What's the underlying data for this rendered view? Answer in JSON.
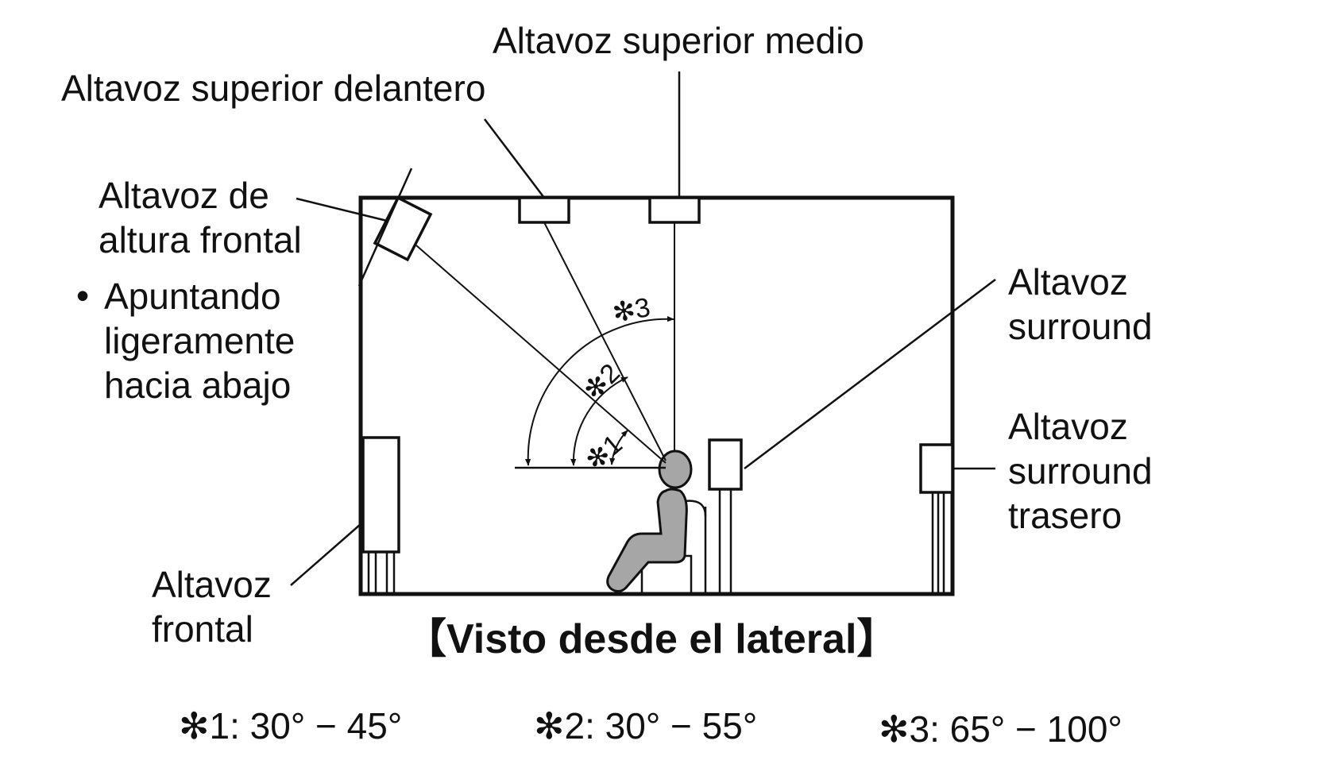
{
  "labels": {
    "top_middle": "Altavoz superior medio",
    "top_front": "Altavoz superior delantero",
    "front_height_line1": "Altavoz de",
    "front_height_line2": "altura frontal",
    "aim_bullet": "•",
    "aim_line1": "Apuntando",
    "aim_line2": "ligeramente",
    "aim_line3": "hacia abajo",
    "surround_line1": "Altavoz",
    "surround_line2": "surround",
    "surround_back_line1": "Altavoz",
    "surround_back_line2": "surround",
    "surround_back_line3": "trasero",
    "front_line1": "Altavoz",
    "front_line2": "frontal"
  },
  "angle_marks": {
    "a1": "✻1",
    "a2": "✻2",
    "a3": "✻3"
  },
  "caption": "【Visto desde el lateral】",
  "footer": {
    "r1": "✻1: 30° − 45°",
    "r2": "✻2: 30° − 55°",
    "r3": "✻3: 65° − 100°"
  },
  "colors": {
    "line": "#111111",
    "person_fill": "#a6a6a6",
    "background": "#ffffff"
  }
}
